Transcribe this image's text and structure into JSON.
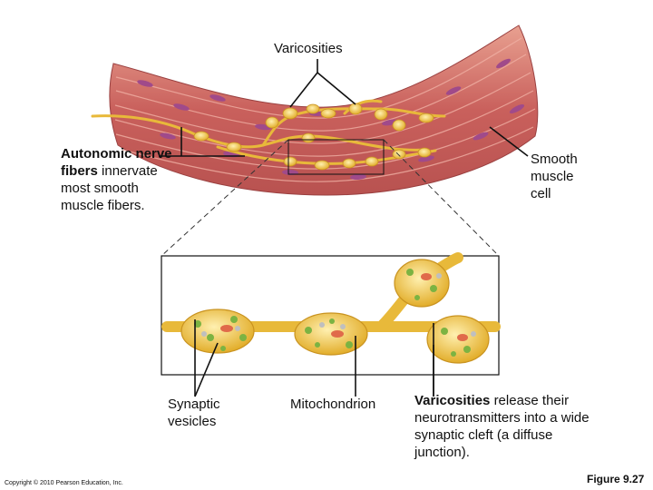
{
  "labels": {
    "varicosities_top": "Varicosities",
    "autonomic_bold": "Autonomic nerve fibers",
    "autonomic_rest": "innervate most smooth muscle fibers.",
    "smooth_muscle_cell": "Smooth muscle cell",
    "synaptic_vesicles": "Synaptic vesicles",
    "mitochondrion": "Mitochondrion",
    "varicosities_bold": "Varicosities",
    "varicosities_rest": "release their neurotransmitters into a wide synaptic cleft (a diffuse junction)."
  },
  "footer": {
    "copyright": "Copyright © 2010 Pearson Education, Inc.",
    "figure": "Figure 9.27"
  },
  "colors": {
    "muscle": "#c9605c",
    "muscle_light": "#e39a90",
    "nucleus": "#a04a8a",
    "nerve": "#e8b93a",
    "nerve_light": "#f6dc7a",
    "vesicle_green": "#7cb342",
    "mito_red": "#e06a4a"
  }
}
